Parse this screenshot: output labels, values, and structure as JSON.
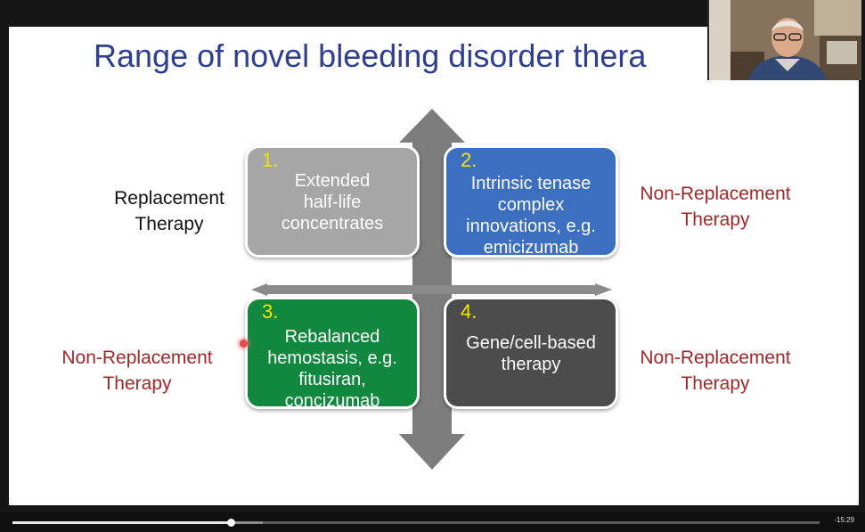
{
  "slide": {
    "title": "Range of novel bleeding disorder thera",
    "quadrants": [
      {
        "number": "1.",
        "text": "Extended\nhalf-life\nconcentrates",
        "color": "#a6a6a6"
      },
      {
        "number": "2.",
        "text": "Intrinsic tenase\ncomplex\ninnovations, e.g.\nemicizumab",
        "color": "#3c6fc0"
      },
      {
        "number": "3.",
        "text": "Rebalanced\nhemostasis, e.g.\nfitusiran,\nconcizumab",
        "color": "#12883f"
      },
      {
        "number": "4.",
        "text": "Gene/cell-based\ntherapy",
        "color": "#4c4c4c"
      }
    ],
    "side_labels": {
      "left_top": "Replacement\nTherapy",
      "right_top": "Non-Replacement\nTherapy",
      "left_bottom": "Non-Replacement\nTherapy",
      "right_bottom": "Non-Replacement\nTherapy"
    },
    "colors": {
      "title": "#2f3f8f",
      "non_replacement_label": "#a0282a",
      "number": "#f2e600"
    }
  },
  "player": {
    "progress_fraction": 0.27,
    "buffered_fraction": 0.31,
    "time_remaining": "-15:29"
  }
}
